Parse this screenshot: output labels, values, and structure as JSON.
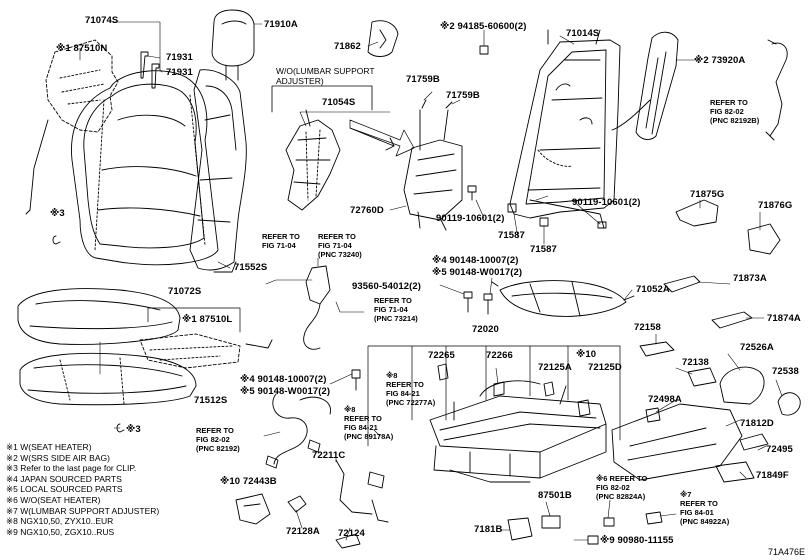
{
  "part_labels": [
    {
      "id": "71074S",
      "text": "71074S"
    },
    {
      "id": "87510N",
      "text": "※1 87510N"
    },
    {
      "id": "71931a",
      "text": "71931"
    },
    {
      "id": "71931b",
      "text": "71931"
    },
    {
      "id": "71910A",
      "text": "71910A"
    },
    {
      "id": "71862",
      "text": "71862"
    },
    {
      "id": "94185",
      "text": "※2 94185-60600(2)"
    },
    {
      "id": "71014S",
      "text": "71014S"
    },
    {
      "id": "73920A",
      "text": "※2 73920A"
    },
    {
      "id": "71054S",
      "text": "71054S"
    },
    {
      "id": "71759Ba",
      "text": "71759B"
    },
    {
      "id": "71759Bb",
      "text": "71759B"
    },
    {
      "id": "72760D",
      "text": "72760D"
    },
    {
      "id": "90119a",
      "text": "90119-10601(2)"
    },
    {
      "id": "90119b",
      "text": "90119-10601(2)"
    },
    {
      "id": "71587a",
      "text": "71587"
    },
    {
      "id": "71587b",
      "text": "71587"
    },
    {
      "id": "71875G",
      "text": "71875G"
    },
    {
      "id": "71876G",
      "text": "71876G"
    },
    {
      "id": "71873A",
      "text": "71873A"
    },
    {
      "id": "71874A",
      "text": "71874A"
    },
    {
      "id": "x3a",
      "text": "※3"
    },
    {
      "id": "71552S",
      "text": "71552S"
    },
    {
      "id": "71072S",
      "text": "71072S"
    },
    {
      "id": "87510L",
      "text": "※1 87510L"
    },
    {
      "id": "71512S",
      "text": "71512S"
    },
    {
      "id": "x3b",
      "text": "※3"
    },
    {
      "id": "90148_4a",
      "text": "※4 90148-10007(2)"
    },
    {
      "id": "90148_5a",
      "text": "※5 90148-W0017(2)"
    },
    {
      "id": "93560",
      "text": "93560-54012(2)"
    },
    {
      "id": "71052A",
      "text": "71052A"
    },
    {
      "id": "72020",
      "text": "72020"
    },
    {
      "id": "90148_4b",
      "text": "※4 90148-10007(2)"
    },
    {
      "id": "90148_5b",
      "text": "※5 90148-W0017(2)"
    },
    {
      "id": "72265",
      "text": "72265"
    },
    {
      "id": "72266",
      "text": "72266"
    },
    {
      "id": "72125A",
      "text": "72125A"
    },
    {
      "id": "x10",
      "text": "※10"
    },
    {
      "id": "72125D",
      "text": "72125D"
    },
    {
      "id": "72158",
      "text": "72158"
    },
    {
      "id": "72138",
      "text": "72138"
    },
    {
      "id": "72526A",
      "text": "72526A"
    },
    {
      "id": "72538",
      "text": "72538"
    },
    {
      "id": "72498A",
      "text": "72498A"
    },
    {
      "id": "71812D",
      "text": "71812D"
    },
    {
      "id": "72495",
      "text": "72495"
    },
    {
      "id": "71849F",
      "text": "71849F"
    },
    {
      "id": "72211C",
      "text": "72211C"
    },
    {
      "id": "72443B",
      "text": "※10 72443B"
    },
    {
      "id": "72128A",
      "text": "72128A"
    },
    {
      "id": "72124",
      "text": "72124"
    },
    {
      "id": "87501B",
      "text": "87501B"
    },
    {
      "id": "7181B",
      "text": "7181B"
    },
    {
      "id": "90980",
      "text": "※9 90980-11155"
    }
  ],
  "refer_notes": [
    {
      "id": "r1",
      "lines": [
        "REFER TO",
        "FIG 82-02",
        "(PNC 82192B)"
      ]
    },
    {
      "id": "r2",
      "lines": [
        "REFER TO",
        "FIG 71-04"
      ]
    },
    {
      "id": "r3",
      "lines": [
        "REFER TO",
        "FIG 71-04",
        "(PNC 73240)"
      ]
    },
    {
      "id": "r4",
      "lines": [
        "REFER TO",
        "FIG 71-04",
        "(PNC 73214)"
      ]
    },
    {
      "id": "r5",
      "lines": [
        "※8",
        "REFER TO",
        "FIG 84-21",
        "(PNC 72277A)"
      ]
    },
    {
      "id": "r6",
      "lines": [
        "※8",
        "REFER TO",
        "FIG 84-21",
        "(PNC 89178A)"
      ]
    },
    {
      "id": "r7",
      "lines": [
        "REFER TO",
        "FIG 82-02",
        "(PNC 82192)"
      ]
    },
    {
      "id": "r8",
      "lines": [
        "※6 REFER TO",
        "FIG 82-02",
        "(PNC 82824A)"
      ]
    },
    {
      "id": "r9",
      "lines": [
        "※7",
        "REFER TO",
        "FIG 84-01",
        "(PNC 84922A)"
      ]
    }
  ],
  "variant_note": [
    "W/O(LUMBAR SUPPORT",
    "ADJUSTER)"
  ],
  "legend": [
    "※1 W(SEAT HEATER)",
    "※2 W(SRS SIDE AIR BAG)",
    "※3 Refer to the last page for CLIP.",
    "※4 JAPAN SOURCED PARTS",
    "※5 LOCAL SOURCED PARTS",
    "※6 W/O(SEAT HEATER)",
    "※7 W(LUMBAR SUPPORT ADJUSTER)",
    "※8 NGX10,50, ZYX10..EUR",
    "※9 NGX10,50, ZGX10..RUS"
  ],
  "diagram_code": "71A476E"
}
